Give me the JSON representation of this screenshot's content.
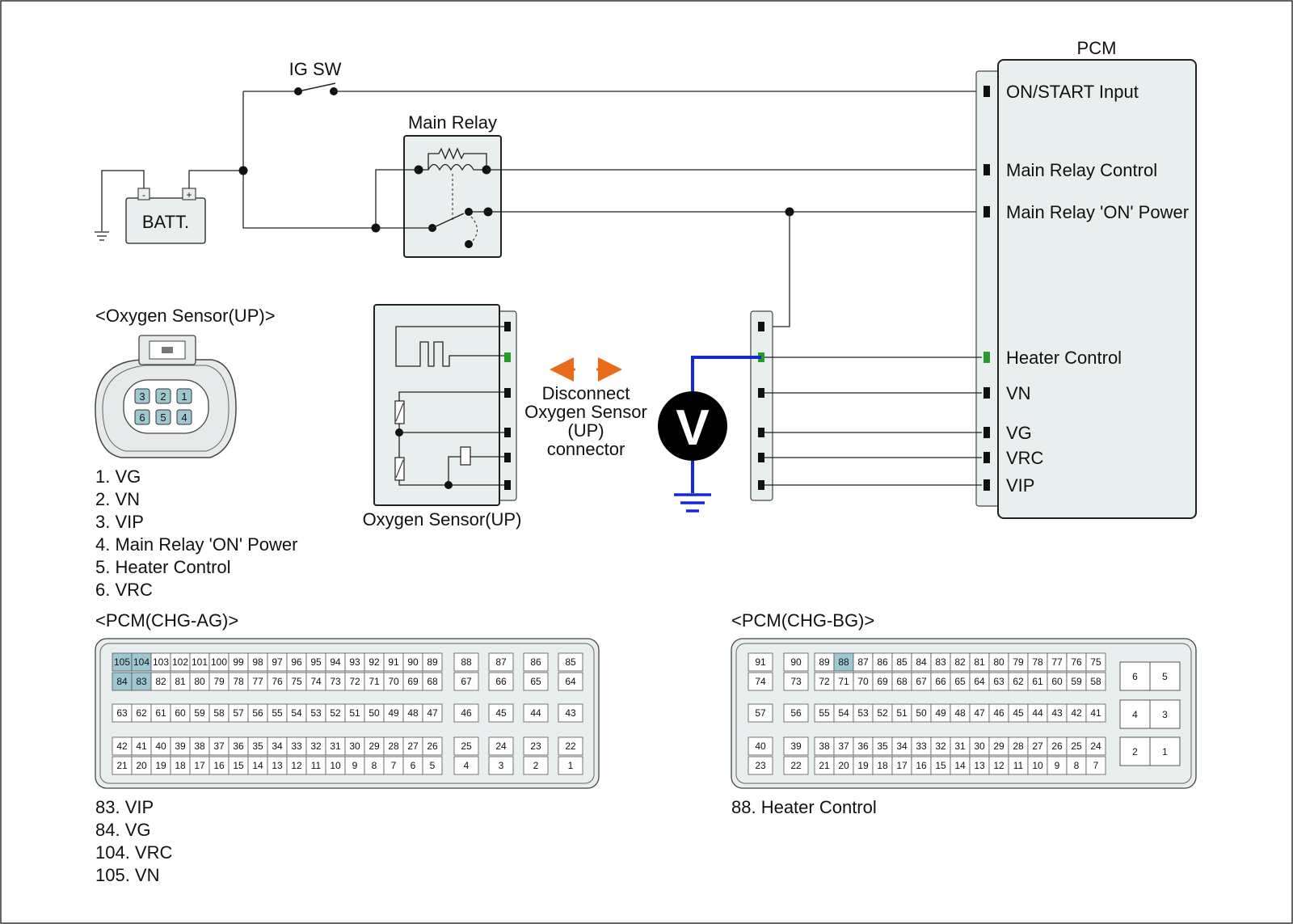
{
  "labels": {
    "ig_sw": "IG SW",
    "batt": "BATT.",
    "batt_minus": "-",
    "batt_plus": "+",
    "main_relay": "Main Relay",
    "pcm": "PCM",
    "o2_connector_title": "<Oxygen Sensor(UP)>",
    "o2_sensor": "Oxygen Sensor(UP)",
    "disconnect_lines": [
      "Disconnect",
      "Oxygen Sensor",
      "(UP)",
      "connector"
    ],
    "voltmeter": "V",
    "pcm_ag_title": "<PCM(CHG-AG)>",
    "pcm_bg_title": "<PCM(CHG-BG)>"
  },
  "pcm_terminals": [
    {
      "label": "ON/START Input",
      "highlight": false
    },
    {
      "label": "Main Relay Control",
      "highlight": false
    },
    {
      "label": "Main Relay 'ON' Power",
      "highlight": false
    },
    {
      "label": "Heater Control",
      "highlight": true
    },
    {
      "label": "VN",
      "highlight": false
    },
    {
      "label": "VG",
      "highlight": false
    },
    {
      "label": "VRC",
      "highlight": false
    },
    {
      "label": "VIP",
      "highlight": false
    }
  ],
  "o2_pins": [
    {
      "label": "1. VG",
      "highlight": false
    },
    {
      "label": "2. VN",
      "highlight": false
    },
    {
      "label": "3. VIP",
      "highlight": false
    },
    {
      "label": "4. Main Relay 'ON' Power",
      "highlight": false
    },
    {
      "label": "5. Heater Control",
      "highlight": true
    },
    {
      "label": "6. VRC",
      "highlight": false
    }
  ],
  "o2_face_pins": {
    "top": [
      "3",
      "2",
      "1"
    ],
    "bottom": [
      "6",
      "5",
      "4"
    ]
  },
  "ag_connector": {
    "main_rows": [
      [
        "105",
        "104",
        "103",
        "102",
        "101",
        "100",
        "99",
        "98",
        "97",
        "96",
        "95",
        "94",
        "93",
        "92",
        "91",
        "90",
        "89"
      ],
      [
        "84",
        "83",
        "82",
        "81",
        "80",
        "79",
        "78",
        "77",
        "76",
        "75",
        "74",
        "73",
        "72",
        "71",
        "70",
        "69",
        "68"
      ],
      [
        "63",
        "62",
        "61",
        "60",
        "59",
        "58",
        "57",
        "56",
        "55",
        "54",
        "53",
        "52",
        "51",
        "50",
        "49",
        "48",
        "47"
      ],
      [
        "42",
        "41",
        "40",
        "39",
        "38",
        "37",
        "36",
        "35",
        "34",
        "33",
        "32",
        "31",
        "30",
        "29",
        "28",
        "27",
        "26"
      ],
      [
        "21",
        "20",
        "19",
        "18",
        "17",
        "16",
        "15",
        "14",
        "13",
        "12",
        "11",
        "10",
        "9",
        "8",
        "7",
        "6",
        "5"
      ]
    ],
    "side_rows": [
      [
        "88",
        "87",
        "86",
        "85"
      ],
      [
        "67",
        "66",
        "65",
        "64"
      ],
      [
        "46",
        "45",
        "44",
        "43"
      ],
      [
        "25",
        "24",
        "23",
        "22"
      ],
      [
        "4",
        "3",
        "2",
        "1"
      ]
    ],
    "highlighted": [
      "105",
      "104",
      "84",
      "83"
    ]
  },
  "bg_connector": {
    "col_a": [
      "91",
      "74",
      "57",
      "40",
      "23"
    ],
    "col_b": [
      "90",
      "73",
      "56",
      "39",
      "22"
    ],
    "main_rows": [
      [
        "89",
        "88",
        "87",
        "86",
        "85",
        "84",
        "83",
        "82",
        "81",
        "80",
        "79",
        "78",
        "77",
        "76",
        "75"
      ],
      [
        "72",
        "71",
        "70",
        "69",
        "68",
        "67",
        "66",
        "65",
        "64",
        "63",
        "62",
        "61",
        "60",
        "59",
        "58"
      ],
      [
        "55",
        "54",
        "53",
        "52",
        "51",
        "50",
        "49",
        "48",
        "47",
        "46",
        "45",
        "44",
        "43",
        "42",
        "41"
      ],
      [
        "38",
        "37",
        "36",
        "35",
        "34",
        "33",
        "32",
        "31",
        "30",
        "29",
        "28",
        "27",
        "26",
        "25",
        "24"
      ],
      [
        "21",
        "20",
        "19",
        "18",
        "17",
        "16",
        "15",
        "14",
        "13",
        "12",
        "11",
        "10",
        "9",
        "8",
        "7"
      ]
    ],
    "right_grid": [
      [
        "6",
        "5"
      ],
      [
        "4",
        "3"
      ],
      [
        "2",
        "1"
      ]
    ],
    "highlighted": [
      "88"
    ]
  },
  "ag_pins": [
    {
      "label": "83. VIP",
      "highlight": false
    },
    {
      "label": "84. VG",
      "highlight": false
    },
    {
      "label": "104. VRC",
      "highlight": false
    },
    {
      "label": "105. VN",
      "highlight": false
    }
  ],
  "bg_pins": [
    {
      "label": "88. Heater Control",
      "highlight": true
    }
  ],
  "colors": {
    "highlight_text": "#2e8b2e",
    "highlight_pin": "#9fc7d1",
    "voltmeter_lead": "#1428d8",
    "arrow": "#e86a1a"
  }
}
